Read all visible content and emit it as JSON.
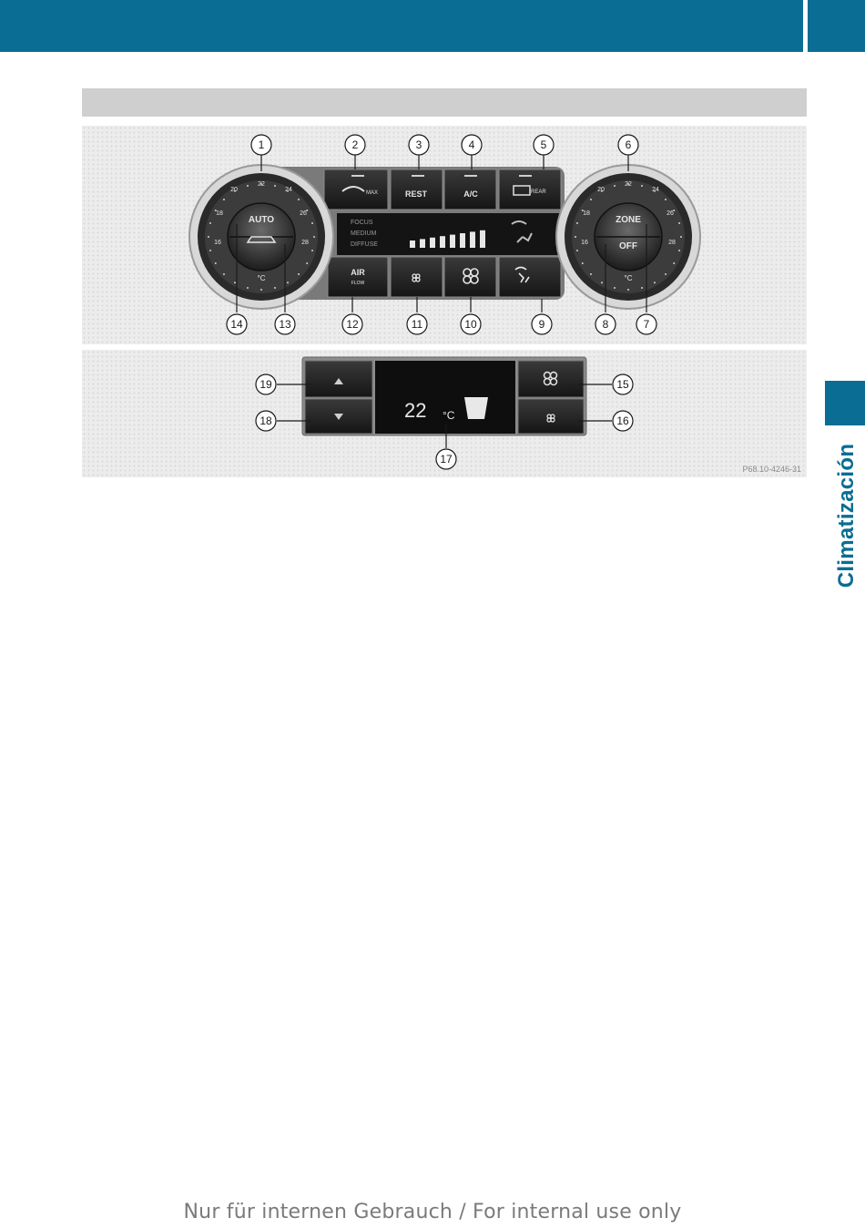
{
  "header": {
    "color": "#0a6d93"
  },
  "side_tab": {
    "label": "Climatización"
  },
  "footer": {
    "note": "Nur für internen Gebrauch / For internal use only"
  },
  "figure": {
    "code": "P68.10-4246-31",
    "top_panel": {
      "callouts": [
        "1",
        "2",
        "3",
        "4",
        "5",
        "6",
        "7",
        "8",
        "9",
        "10",
        "11",
        "12",
        "13",
        "14"
      ],
      "left_dial": {
        "scale": [
          "16",
          "18",
          "20",
          "22",
          "24",
          "26",
          "28"
        ],
        "buttons": [
          "AUTO",
          "°C"
        ],
        "center_icon": "car-recirculation-icon"
      },
      "right_dial": {
        "scale": [
          "16",
          "18",
          "20",
          "22",
          "24",
          "26",
          "28"
        ],
        "buttons": [
          "ZONE",
          "OFF",
          "°C"
        ]
      },
      "top_buttons": [
        {
          "id": "2",
          "label": "MAX",
          "icon": "windshield-defrost-icon"
        },
        {
          "id": "3",
          "label": "REST"
        },
        {
          "id": "4",
          "label": "A/C"
        },
        {
          "id": "5",
          "label": "REAR",
          "icon": "rear-window-defrost-icon"
        }
      ],
      "display": {
        "modes": [
          "FOCUS",
          "MEDIUM",
          "DIFFUSE"
        ],
        "fan_bars": 8,
        "icons": [
          "windshield-defrost-icon",
          "airflow-icon"
        ]
      },
      "bottom_buttons": [
        {
          "id": "12",
          "label": "AIR",
          "sublabel": "FLOW"
        },
        {
          "id": "11",
          "icon": "fan-small-icon"
        },
        {
          "id": "10",
          "icon": "fan-large-icon"
        },
        {
          "id": "9",
          "icon": "air-distribution-icon"
        }
      ]
    },
    "bottom_panel": {
      "callouts": [
        "15",
        "16",
        "17",
        "18",
        "19"
      ],
      "temperature": "22",
      "unit": "°C",
      "buttons": [
        {
          "id": "19",
          "icon": "arrow-up-icon"
        },
        {
          "id": "18",
          "icon": "arrow-down-icon"
        },
        {
          "id": "15",
          "icon": "fan-large-icon"
        },
        {
          "id": "16",
          "icon": "fan-small-icon"
        }
      ]
    }
  }
}
